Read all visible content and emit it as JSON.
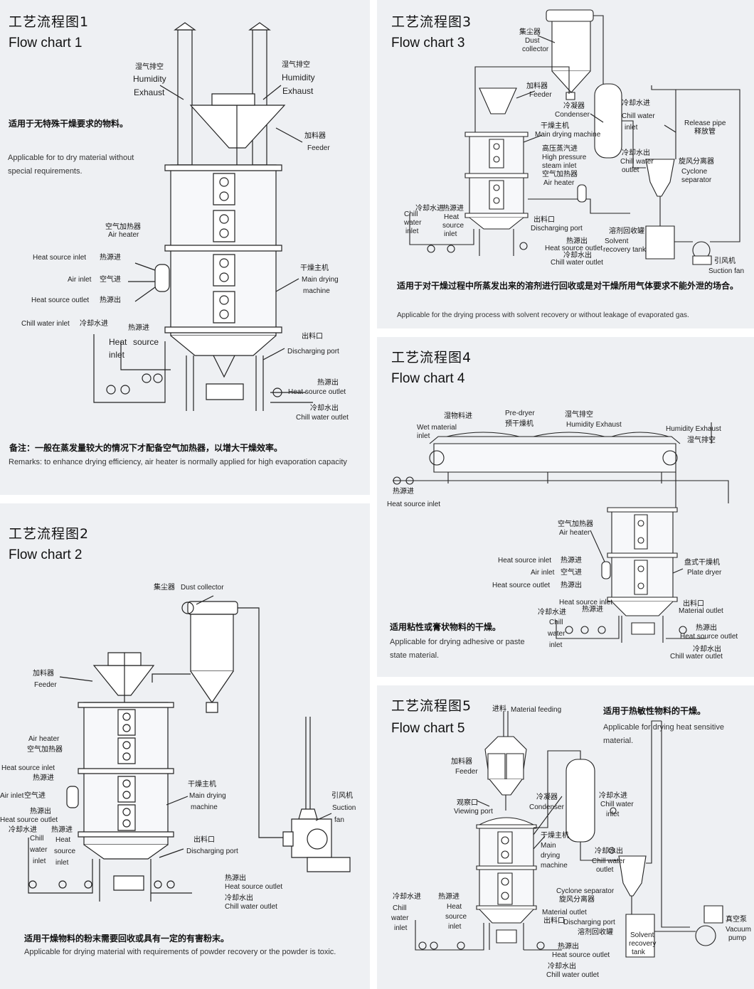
{
  "fc1": {
    "title_cn": "工艺流程图1",
    "title_en": "Flow chart 1",
    "note_cn": "适用于无特殊干燥要求的物料。",
    "note_en": "Applicable for to dry material without special requirements.",
    "remark_cn": "备注：一般在蒸发量较大的情况下才配备空气加热器，以增大干燥效率。",
    "remark_en": "Remarks: to enhance drying efficiency, air heater is normally applied for high evaporation capacity",
    "labels": {
      "exhaust_l_cn": "湿气排空",
      "exhaust_l_en1": "Humidity",
      "exhaust_l_en2": "Exhaust",
      "exhaust_r_cn": "湿气排空",
      "exhaust_r_en1": "Humidity",
      "exhaust_r_en2": "Exhaust",
      "feeder_cn": "加料器",
      "feeder_en": "Feeder",
      "air_heater_cn": "空气加热器",
      "air_heater_en": "Air heater",
      "heat_in_en": "Heat source inlet",
      "heat_in_cn": "热源进",
      "air_in_en": "Air inlet",
      "air_in_cn": "空气进",
      "heat_out_en": "Heat source outlet",
      "heat_out_cn": "热源出",
      "chill_in_en": "Chill water inlet",
      "chill_in_cn": "冷却水进",
      "heat_src_cn": "热源进",
      "heat_src_en1": "Heat",
      "heat_src_en2": "source",
      "heat_src_en3": "inlet",
      "main_cn": "干燥主机",
      "main_en1": "Main drying",
      "main_en2": "machine",
      "discharge_cn": "出料口",
      "discharge_en": "Discharging port",
      "hs_out_cn": "热源出",
      "hs_out_en": "Heat source outlet",
      "cw_out_cn": "冷却水出",
      "cw_out_en": "Chill water outlet"
    }
  },
  "fc2": {
    "title_cn": "工艺流程图2",
    "title_en": "Flow chart 2",
    "note_cn": "适用干燥物料的粉末需要回收或具有一定的有害粉末。",
    "note_en": "Applicable for drying material with requirements of powder recovery or the powder is toxic.",
    "labels": {
      "dust_cn": "集尘器",
      "dust_en": "Dust collector",
      "feeder_cn": "加料器",
      "feeder_en": "Feeder",
      "air_heater_en": "Air heater",
      "air_heater_cn": "空气加热器",
      "heat_in_en": "Heat source inlet",
      "heat_in_cn": "热源进",
      "air_in_en": "Air inlet",
      "air_in_cn": "空气进",
      "heat_out_cn": "热源出",
      "heat_out_en": "Heat source outlet",
      "cw_in_cn": "冷却水进",
      "cw_in_en1": "Chill",
      "cw_in_en2": "water",
      "cw_in_en3": "inlet",
      "hs_in_cn": "热源进",
      "hs_in_en1": "Heat",
      "hs_in_en2": "source",
      "hs_in_en3": "inlet",
      "main_cn": "干燥主机",
      "main_en1": "Main drying",
      "main_en2": "machine",
      "fan_cn": "引风机",
      "fan_en1": "Suction",
      "fan_en2": "fan",
      "discharge_cn": "出料口",
      "discharge_en": "Discharging port",
      "hs_out_cn": "热源出",
      "hs_out_en": "Heat source outlet",
      "cw_out_cn": "冷却水出",
      "cw_out_en": "Chill water outlet"
    }
  },
  "fc3": {
    "title_cn": "工艺流程图3",
    "title_en": "Flow chart 3",
    "note_cn": "适用于对干燥过程中所蒸发出来的溶剂进行回收或是对干燥所用气体要求不能外泄的场合。",
    "note_en": "Applicable for the drying process with solvent recovery or without leakage of evaporated gas.",
    "labels": {
      "dust_cn": "集尘器",
      "dust_en1": "Dust",
      "dust_en2": "collector",
      "feeder_cn": "加料器",
      "feeder_en": "Feeder",
      "condenser_cn": "冷凝器",
      "condenser_en": "Condenser",
      "cw_in_cn": "冷却水进",
      "cw_in_en1": "Chill water",
      "cw_in_en2": "inlet",
      "main_cn": "干燥主机",
      "main_en": "Main drying machine",
      "hp_cn": "高压蒸汽进",
      "hp_en1": "High pressure",
      "hp_en2": "steam inlet",
      "air_heater_cn": "空气加热器",
      "air_heater_en": "Air heater",
      "release_en1": "Release pipe",
      "release_cn": "释放管",
      "cw_out_cn": "冷却水出",
      "cw_out_en1": "Chill water",
      "cw_out_en2": "outlet",
      "cyclone_cn": "旋风分离器",
      "cyclone_en1": "Cyclone",
      "cyclone_en2": "separator",
      "chill_in_en1": "Chill",
      "chill_in_en2": "water",
      "chill_in_en3": "inlet",
      "chill_in_cn": "冷却水进",
      "heat_in_cn": "热源进",
      "heat_in_en1": "Heat",
      "heat_in_en2": "source",
      "heat_in_en3": "inlet",
      "discharge_cn": "出料口",
      "discharge_en": "Discharging port",
      "solvent_cn": "溶剂回收罐",
      "solvent_en1": "Solvent",
      "solvent_en2": "recovery tank",
      "hs_out_cn": "热源出",
      "hs_out_en": "Heat source outlet",
      "cw_out2_cn": "冷却水出",
      "cw_out2_en": "Chill water outlet",
      "fan_cn": "引风机",
      "fan_en": "Suction fan"
    }
  },
  "fc4": {
    "title_cn": "工艺流程图4",
    "title_en": "Flow chart 4",
    "note_cn": "适用粘性或膏状物料的干燥。",
    "note_en": "Applicable for drying adhesive or paste state material.",
    "labels": {
      "wet_cn": "湿物料进",
      "wet_en1": "Wet material",
      "wet_en2": "inlet",
      "pre_en": "Pre-dryer",
      "pre_cn": "预干燥机",
      "hum_cn": "湿气排空",
      "hum_en": "Humidity Exhaust",
      "hum2_en": "Humidity Exhaust",
      "hum2_cn": "湿气排空",
      "heat_in_cn": "热源进",
      "heat_in_en": "Heat source inlet",
      "air_heater_cn": "空气加热器",
      "air_heater_en": "Air heater",
      "hs_in_en": "Heat source inlet",
      "hs_in_cn": "热源进",
      "air_in_en": "Air inlet",
      "air_in_cn": "空气进",
      "hs_out_en": "Heat source outlet",
      "hs_out_cn": "热源出",
      "plate_cn": "盘式干燥机",
      "plate_en": "Plate dryer",
      "discharge_cn": "出料口",
      "discharge_en": "Material outlet",
      "hs_in2_en": "Heat source inlet",
      "hs_in2_cn": "热源进",
      "cw_in_cn": "冷却水进",
      "cw_in_en1": "Chill",
      "cw_in_en2": "water",
      "cw_in_en3": "inlet",
      "hs_out2_cn": "热源出",
      "hs_out2_en": "Heat source outlet",
      "cw_out_cn": "冷却水出",
      "cw_out_en": "Chill water outlet"
    }
  },
  "fc5": {
    "title_cn": "工艺流程图5",
    "title_en": "Flow chart 5",
    "note_cn": "适用于热敏性物料的干燥。",
    "note_en": "Applicable for drying heat sensitive material.",
    "labels": {
      "feed_cn": "进料",
      "feed_en": "Material feeding",
      "feeder_cn": "加料器",
      "feeder_en": "Feeder",
      "view_cn": "观察口",
      "view_en": "Viewing port",
      "condenser_cn": "冷凝器",
      "condenser_en": "Condenser",
      "cw_in_cn": "冷却水进",
      "cw_in_en1": "Chill water",
      "cw_in_en2": "inlet",
      "main_cn": "干燥主机",
      "main_en1": "Main",
      "main_en2": "drying",
      "main_en3": "machine",
      "cw_out_cn": "冷却水出",
      "cw_out_en1": "Chill water",
      "cw_out_en2": "outlet",
      "cyclone_en": "Cyclone separator",
      "cyclone_cn": "旋风分离器",
      "chill_in_cn": "冷却水进",
      "chill_in_en1": "Chill",
      "chill_in_en2": "water",
      "chill_in_en3": "inlet",
      "heat_in_cn": "热源进",
      "heat_in_en1": "Heat",
      "heat_in_en2": "source",
      "heat_in_en3": "inlet",
      "mat_out_en": "Material outlet",
      "discharge_cn": "出料口",
      "discharge_en": "Discharging port",
      "solvent_cn": "溶剂回收罐",
      "solvent_en1": "Solvent",
      "solvent_en2": "recovery",
      "solvent_en3": "tank",
      "vac_cn": "真空泵",
      "vac_en1": "Vacuum",
      "vac_en2": "pump",
      "hs_out_cn": "热源出",
      "hs_out_en": "Heat source outlet",
      "cw_out2_cn": "冷却水出",
      "cw_out2_en": "Chill water outlet"
    }
  }
}
